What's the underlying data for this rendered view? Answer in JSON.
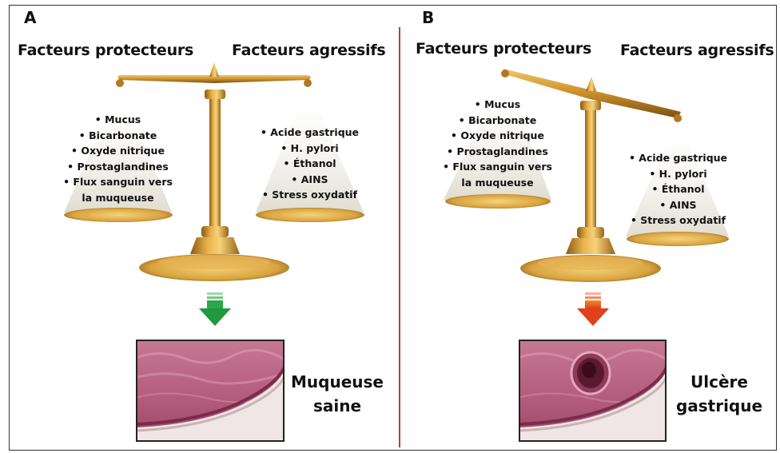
{
  "panels": [
    {
      "letter": "A",
      "protective_title": "Facteurs protecteurs",
      "aggressive_title": "Facteurs agressifs",
      "protective_items": [
        "• Mucus",
        "• Bicarbonate",
        "• Oxyde nitrique",
        "• Prostaglandines",
        "• Flux sanguin vers",
        "la muqueuse"
      ],
      "aggressive_items": [
        "• Acide gastrique",
        "• H. pylori",
        "• Éthanol",
        "• AINS",
        "• Stress oxydatif"
      ],
      "result_lines": [
        "Muqueuse",
        "saine"
      ],
      "state": "balanced",
      "arrow_color": "#2aa84a"
    },
    {
      "letter": "B",
      "protective_title": "Facteurs protecteurs",
      "aggressive_title": "Facteurs agressifs",
      "protective_items": [
        "• Mucus",
        "• Bicarbonate",
        "• Oxyde nitrique",
        "• Prostaglandines",
        "• Flux sanguin vers",
        "la muqueuse"
      ],
      "aggressive_items": [
        "• Acide gastrique",
        "• H. pylori",
        "• Éthanol",
        "• AINS",
        "• Stress oxydatif"
      ],
      "result_lines": [
        "Ulcère",
        "gastrique"
      ],
      "state": "tilted-right",
      "arrow_color": "#e8501a"
    }
  ],
  "colors": {
    "divider": "#b8403a",
    "gold": "#c9922a",
    "gold_dark": "#8a5a12",
    "tissue": "#b8607e"
  }
}
